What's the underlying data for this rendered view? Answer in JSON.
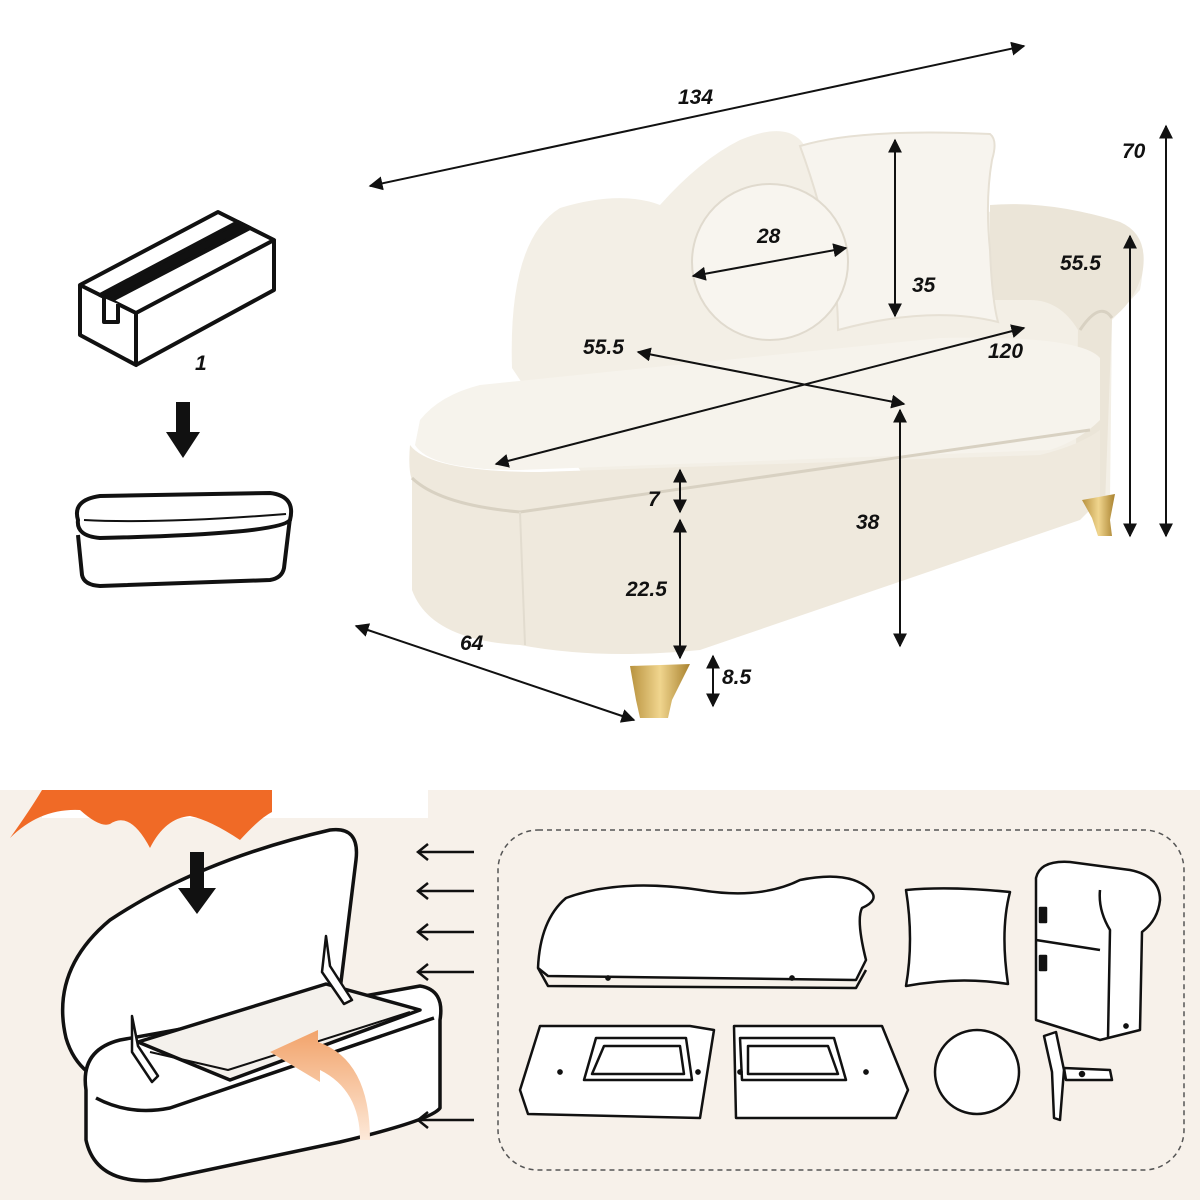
{
  "dimensions": {
    "overall_length": "134",
    "overall_height": "70",
    "round_pillow": "28",
    "square_pillow": "35",
    "arm_height": "55.5",
    "seat_depth": "55.5",
    "seat_length": "120",
    "cushion_thickness": "7",
    "base_height": "22.5",
    "seat_height": "38",
    "overall_depth": "64",
    "leg_height": "8.5"
  },
  "package": {
    "box_count": "1"
  },
  "colors": {
    "fabric": "#f3efe6",
    "fabric_shadow": "#e2dccf",
    "leg_gold": "#d4b46a",
    "line": "#111111",
    "bottom_panel": "#f7f1ea",
    "accent_orange": "#f06a26"
  }
}
